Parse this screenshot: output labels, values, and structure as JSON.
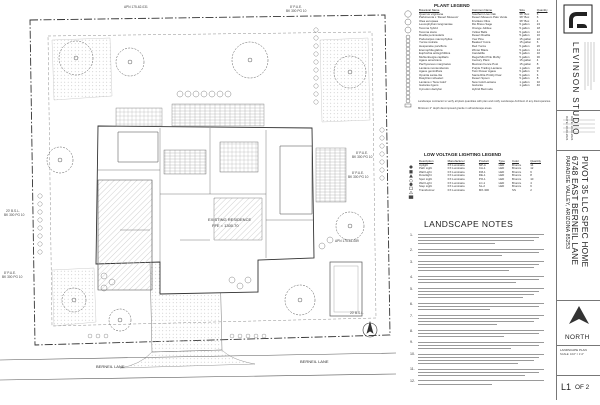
{
  "site_plan": {
    "labels": {
      "apn_top": "APN 175-62-031",
      "apn_right": "APN 175-61-089",
      "street": "BERNEIL LANE",
      "existing_residence": "EXISTING RESIDENCE",
      "ffe": "FFE = 1300.70",
      "setback_top": "8' P.U.E.",
      "setback_top_sub": "BK 300 PG 10",
      "setback_right": "8' P.U.E.",
      "setback_right_sub": "BK 300 PG 10",
      "setback_right2": "8' P.U.E.",
      "setback_right2_sub": "BK 300 PG 10",
      "setback_left": "20' B.S.L.",
      "setback_left_sub": "BK 300 PG 10",
      "setback_left2": "8' P.U.E.",
      "setback_left2_sub": "BK 300 PG 10",
      "bsl_right": "20' B.S.L.",
      "street_right": "BERNEIL LANE"
    }
  },
  "plant_legend": {
    "title": "PLANT LEGEND",
    "headers": [
      "Botanical Name",
      "Common Name",
      "Size",
      "Quantity"
    ],
    "rows": [
      [
        "Quercus virginiana",
        "Southern Live Oak",
        "36\" Box",
        "5"
      ],
      [
        "Parkinsonia x 'Desert Museum'",
        "Desert Museum Palo Verde",
        "36\" Box",
        "6"
      ],
      [
        "Olea europaea",
        "Fruitless Olive",
        "36\" Box",
        "4"
      ],
      [
        "Leucophyllum langmaniae",
        "Rio Bravo Sage",
        "5 gallon",
        "24"
      ],
      [
        "Tecoma hybrid",
        "Orange Jubilee",
        "5 gallon",
        "18"
      ],
      [
        "Tecoma stans",
        "Yellow Bells",
        "5 gallon",
        "12"
      ],
      [
        "Ruellia peninsularis",
        "Desert Ruellia",
        "5 gallon",
        "16"
      ],
      [
        "Podocarpus macrophyllus",
        "Yew Pine",
        "15 gallon",
        "22"
      ],
      [
        "Yucca rostrata",
        "Beaked Yucca",
        "15 gallon",
        "6"
      ],
      [
        "Hesperaloe parviflora",
        "Red Yucca",
        "5 gallon",
        "20"
      ],
      [
        "Eremophila glabra",
        "Winter Blaze",
        "5 gallon",
        "14"
      ],
      [
        "Euphorbia antisyphilitica",
        "Candelilla",
        "5 gallon",
        "10"
      ],
      [
        "Muhlenbergia capillaris",
        "Regal Mist Pink Muhly",
        "5 gallon",
        "30"
      ],
      [
        "Agave americana",
        "Century Plant",
        "15 gallon",
        "4"
      ],
      [
        "Pachycereus marginatus",
        "Mexican Fence Post",
        "15 gallon",
        "8"
      ],
      [
        "Lantana montevidensis",
        "Purple Trailing Lantana",
        "1 gallon",
        "26"
      ],
      [
        "Agave geminiflora",
        "Twin Flower Agave",
        "5 gallon",
        "9"
      ],
      [
        "Opuntia santa-rita",
        "Santa Rita Prickly Pear",
        "5 gallon",
        "6"
      ],
      [
        "Dasylirion wheeleri",
        "Desert Spoon",
        "5 gallon",
        "8"
      ],
      [
        "Lantana x 'New Gold'",
        "New Gold Lantana",
        "1 gallon",
        "32"
      ],
      [
        "Gazania rigens",
        "Gazania",
        "1 gallon",
        "40"
      ],
      [
        "Cynodon dactylon",
        "Hybrid Bermuda",
        "",
        ""
      ]
    ],
    "footnote_1": "Landscape contractor to verify all plant quantities with plan and notify Landscape Architect of any discrepancies.",
    "footnote_2": "Minimum 2\" depth decomposed granite in all landscape areas."
  },
  "lighting_legend": {
    "title": "LOW VOLTAGE LIGHTING LEGEND",
    "headers": [
      "Description",
      "Manufacturer",
      "Product",
      "Type",
      "Color",
      "Quantity"
    ],
    "rows": [
      [
        "Uplight",
        "FX Luminaire",
        "NP-A",
        "LED",
        "Bronze",
        "14"
      ],
      [
        "Path Light",
        "FX Luminaire",
        "CA-1",
        "LED",
        "Bronze",
        "12"
      ],
      [
        "Wall Light",
        "FX Luminaire",
        "FM-1",
        "LED",
        "Bronze",
        "6"
      ],
      [
        "Downlight",
        "FX Luminaire",
        "DE-1",
        "LED",
        "Bronze",
        "8"
      ],
      [
        "Spot Light",
        "FX Luminaire",
        "PO-1",
        "LED",
        "Bronze",
        "10"
      ],
      [
        "Well Light",
        "FX Luminaire",
        "LC-1",
        "LED",
        "Bronze",
        "4"
      ],
      [
        "Step Light",
        "FX Luminaire",
        "SL-2",
        "LED",
        "Bronze",
        "6"
      ],
      [
        "Transformer",
        "FX Luminaire",
        "MX-300",
        "",
        "SS",
        "2"
      ]
    ]
  },
  "landscape_notes": {
    "title": "LANDSCAPE NOTES"
  },
  "title_block": {
    "firm": "LEVINSON STUDIO",
    "project": "PIVOT 35 LLC SPEC HOME",
    "address": "6748 EAST BERNEIL LANE",
    "city": "PARADISE VALLEY, ARIZONA 85253",
    "north": "NORTH",
    "sheet_title": "LANDSCAPE PLAN",
    "scale": "SCALE: 1/16\" = 1'-0\"",
    "sheet": "L1",
    "of": "OF 2",
    "dates": [
      "DATE: 10.06.2024",
      "DATE: 10.06.2024"
    ]
  },
  "colors": {
    "line": "#333333",
    "light_line": "#8c8c8c",
    "hatch": "#bdbdbd",
    "tree": "#555555"
  }
}
